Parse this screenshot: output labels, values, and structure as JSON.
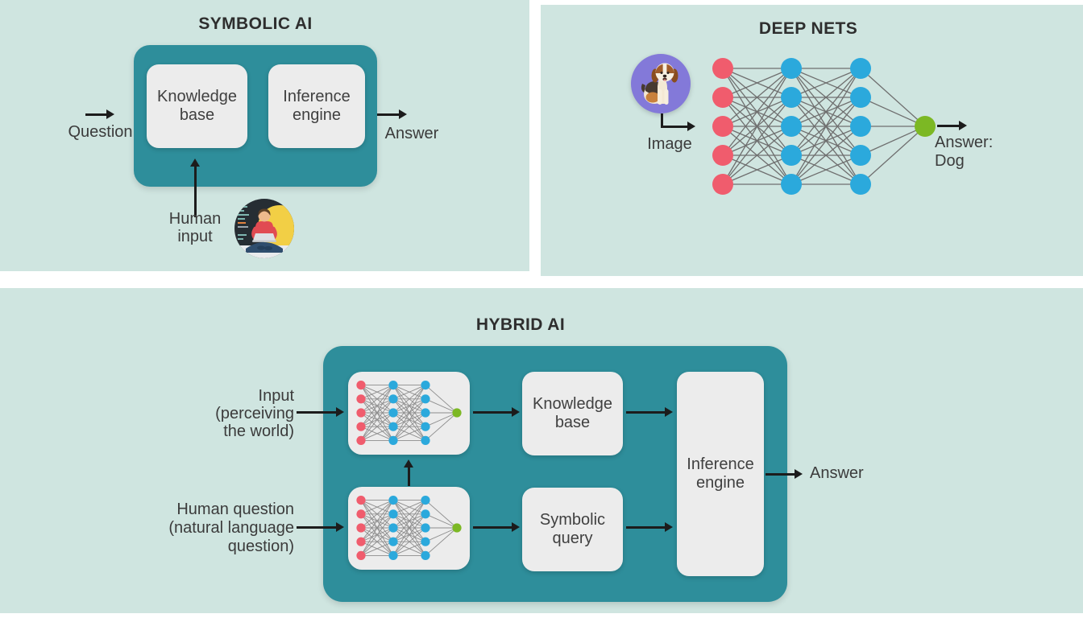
{
  "colors": {
    "panel_bg": "#cfe5e0",
    "teal_box": "#2e8e9b",
    "light_box": "#ececec",
    "text": "#3b3b3b",
    "arrow": "#1c1c1c",
    "node_input": "#f05c6d",
    "node_hidden": "#2ba9dc",
    "node_output": "#7cb824",
    "edge_large": "#6f6f6f",
    "edge_small": "#8d8d8d",
    "dog_circle_bg": "#8379d9"
  },
  "network": {
    "layer_sizes": [
      5,
      5,
      5,
      1
    ],
    "input_color": "#f05c6d",
    "hidden_color": "#2ba9dc",
    "output_color": "#7cb824"
  },
  "symbolic_panel": {
    "title": "SYMBOLIC AI",
    "question_label": "Question",
    "answer_label": "Answer",
    "knowledge_base": {
      "line1": "Knowledge",
      "line2": "base"
    },
    "inference_engine": {
      "line1": "Inference",
      "line2": "engine"
    },
    "human_input": {
      "line1": "Human",
      "line2": "input"
    }
  },
  "deep_panel": {
    "title": "DEEP NETS",
    "image_label": "Image",
    "answer": {
      "line1": "Answer:",
      "line2": "Dog"
    }
  },
  "hybrid_panel": {
    "title": "HYBRID AI",
    "input_label": {
      "line1": "Input",
      "line2": "(perceiving",
      "line3": "the world)"
    },
    "human_question": {
      "line1": "Human question",
      "line2": "(natural language",
      "line3": "question)"
    },
    "knowledge_base": {
      "line1": "Knowledge",
      "line2": "base"
    },
    "symbolic_query": {
      "line1": "Symbolic",
      "line2": "query"
    },
    "inference_engine": {
      "line1": "Inference",
      "line2": "engine"
    },
    "answer_label": "Answer"
  }
}
